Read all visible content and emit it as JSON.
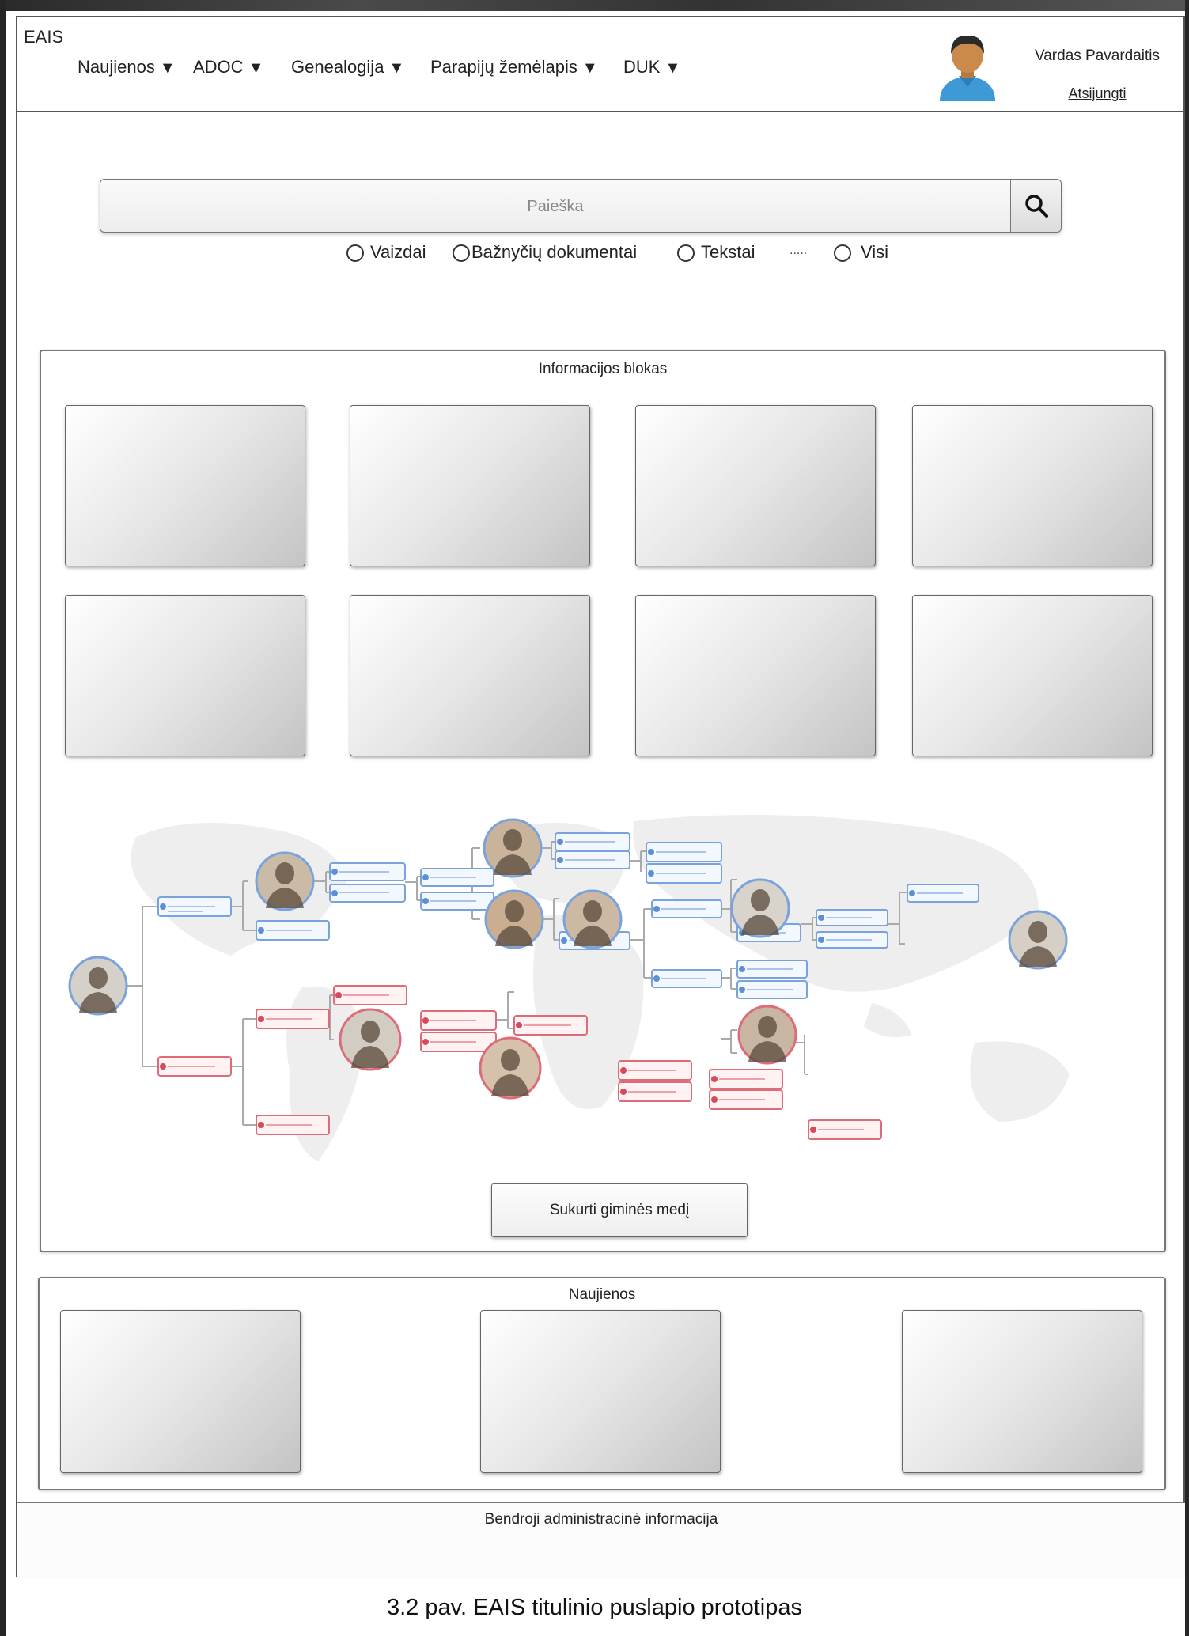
{
  "header": {
    "brand": "EAIS",
    "nav": [
      {
        "label": "Naujienos",
        "caret": "▼"
      },
      {
        "label": "ADOC",
        "caret": "▼"
      },
      {
        "label": "Genealogija",
        "caret": "▼"
      },
      {
        "label": "Parapijų žemėlapis",
        "caret": "▼"
      },
      {
        "label": "DUK",
        "caret": "▼"
      }
    ],
    "user_name": "Vardas Pavardaitis",
    "logout_label": "Atsijungti",
    "avatar_icon": "user-avatar-icon"
  },
  "search": {
    "placeholder": "Paieška",
    "button_icon": "search-icon",
    "options": [
      "Vaizdai",
      "Bažnyčių dokumentai",
      "Tekstai",
      "Visi"
    ],
    "ellipsis": "....."
  },
  "info_block": {
    "title": "Informacijos blokas",
    "tree_button_label": "Sukurti giminės medį",
    "colors": {
      "male": "#5b8fd6",
      "female": "#d64b5b"
    }
  },
  "news": {
    "title": "Naujienos"
  },
  "footer": {
    "text": "Bendroji administracinė informacija"
  },
  "caption": "3.2 pav. EAIS titulinio puslapio prototipas"
}
